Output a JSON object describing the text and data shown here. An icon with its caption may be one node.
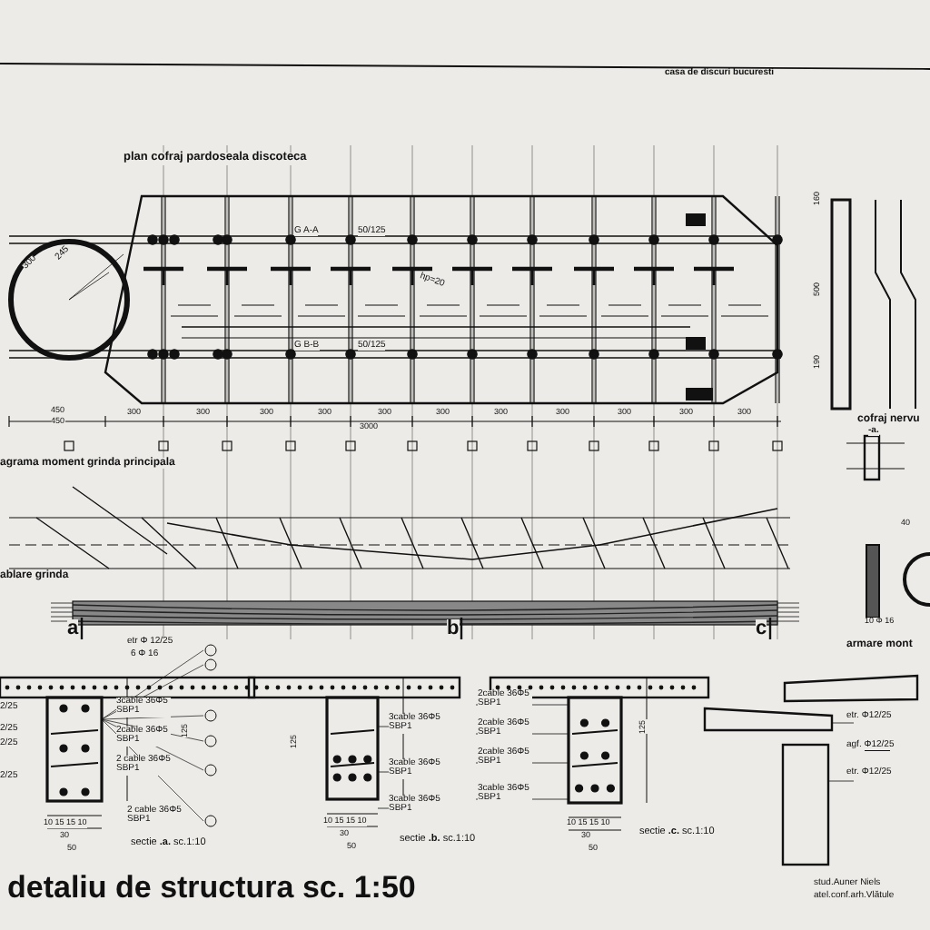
{
  "diagram": {
    "title": "detaliu de structura sc. 1:50",
    "labels": [
      "casa de discuri bucuresti",
      "plan cofraj pardoseala discoteca",
      "G A-A",
      "50/125",
      "G B-B",
      "50/125",
      "hp=20",
      "300",
      "245",
      "450",
      "450",
      "300",
      "300",
      "300",
      "300",
      "300",
      "300",
      "300",
      "300",
      "300",
      "300",
      "300",
      "3000",
      "agrama moment grinda principala",
      "ablare grinda",
      "a",
      "b",
      "c",
      "160",
      "500",
      "190",
      "cofraj nervu",
      "-a.",
      "40",
      "10 Φ 16",
      "armare mont",
      "etr Φ 12/25",
      "6 Φ 16",
      "2/25",
      "2/25",
      "2/25",
      "2/25",
      "3cable 36Φ5 SBP1",
      "2cable 36Φ5 SBP1",
      "2 cable 36Φ5 SBP1",
      "2 cable 36Φ5 SBP1",
      "125",
      "10 15 15 10",
      "30",
      "50",
      "sectie **.a.** sc.1:10",
      "3cable 36Φ5 SBP1",
      "3cable 36Φ5 SBP1",
      "3cable 36Φ5 SBP1",
      "125",
      "10 15 15 10",
      "30",
      "50",
      "sectie **.b.** sc.1:10",
      "2cable 36Φ5 SBP1",
      "2cable 36Φ5 SBP1",
      "2cable 36Φ5 SBP1",
      "3cable 36Φ5 SBP1",
      "125",
      "10 15 15 10",
      "30",
      "50",
      "sectie **.c.** sc.1:10",
      "etr. Φ12/25",
      "agf. Φ12/25",
      "etr. Φ12/25",
      "stud.Auner Niels",
      "atel.conf.arh.Vlătule"
    ]
  }
}
